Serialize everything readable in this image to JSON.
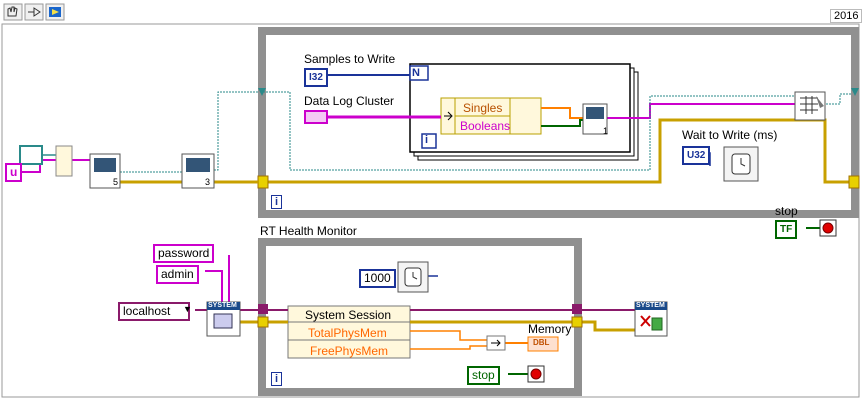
{
  "toolbar": {
    "version": "2016"
  },
  "constants": {
    "samples_label": "Samples to Write",
    "samples_type": "I32",
    "cluster_label": "Data Log Cluster",
    "u_const": "u",
    "wait_label": "Wait to Write (ms)",
    "wait_type": "U32",
    "stop_label": "stop",
    "stop_type": "TF",
    "password_value": "password",
    "admin_value": "admin",
    "host_value": "localhost",
    "health_label": "RT Health Monitor",
    "wait_const": "1000",
    "memory_label": "Memory",
    "dbl_type": "DBL",
    "shift_count_5": "5",
    "shift_count_3": "3",
    "shift_count_1": "1"
  },
  "bundle": {
    "fields": [
      "Singles",
      "Booleans"
    ]
  },
  "property_node": {
    "class": "System Session",
    "rows": [
      "TotalPhysMem",
      "FreePhysMem"
    ]
  },
  "loops": {
    "for_n": "N",
    "for_i": "i",
    "while1_i": "i",
    "while2_i": "i"
  },
  "system_node": "SYSTEM",
  "stop2_label": "stop",
  "colors": {
    "frame": "#7a7a7a",
    "pink_wire": "#cc00cc",
    "blue_wire": "#1a3399",
    "teal_wire": "#2a8a8a",
    "cluster_wire": "#a07000",
    "orange_wire": "#ff8000",
    "bool_green": "#006600"
  }
}
